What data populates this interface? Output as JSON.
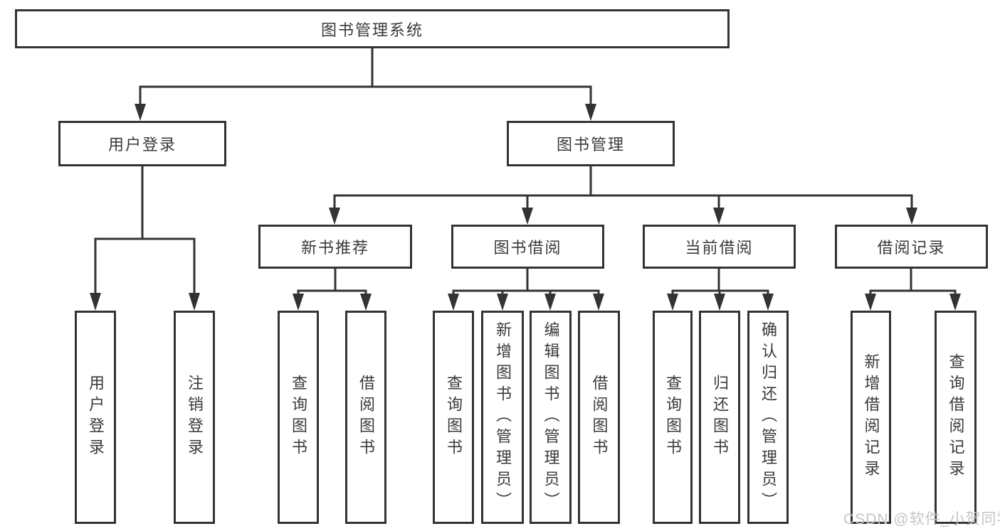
{
  "diagram": {
    "root": {
      "label": "图书管理系统"
    },
    "branches": [
      {
        "label": "用户登录",
        "children": [
          {
            "label": "用户登录"
          },
          {
            "label": "注销登录"
          }
        ]
      },
      {
        "label": "图书管理",
        "children": [
          {
            "label": "新书推荐",
            "children": [
              {
                "label": "查询图书"
              },
              {
                "label": "借阅图书"
              }
            ]
          },
          {
            "label": "图书借阅",
            "children": [
              {
                "label": "查询图书"
              },
              {
                "label": "新增图书（管理员）"
              },
              {
                "label": "编辑图书（管理员）"
              },
              {
                "label": "借阅图书"
              }
            ]
          },
          {
            "label": "当前借阅",
            "children": [
              {
                "label": "查询图书"
              },
              {
                "label": "归还图书"
              },
              {
                "label": "确认归还（管理员）"
              }
            ]
          },
          {
            "label": "借阅记录",
            "children": [
              {
                "label": "新增借阅记录"
              },
              {
                "label": "查询借阅记录"
              }
            ]
          }
        ]
      }
    ]
  },
  "watermark": {
    "text": "CSDN @软件_小贺同学",
    "color": "#c5c5c5"
  },
  "colors": {
    "line": "#333333",
    "box_border": "#333333",
    "text": "#3a3a3a",
    "background": "#ffffff"
  }
}
